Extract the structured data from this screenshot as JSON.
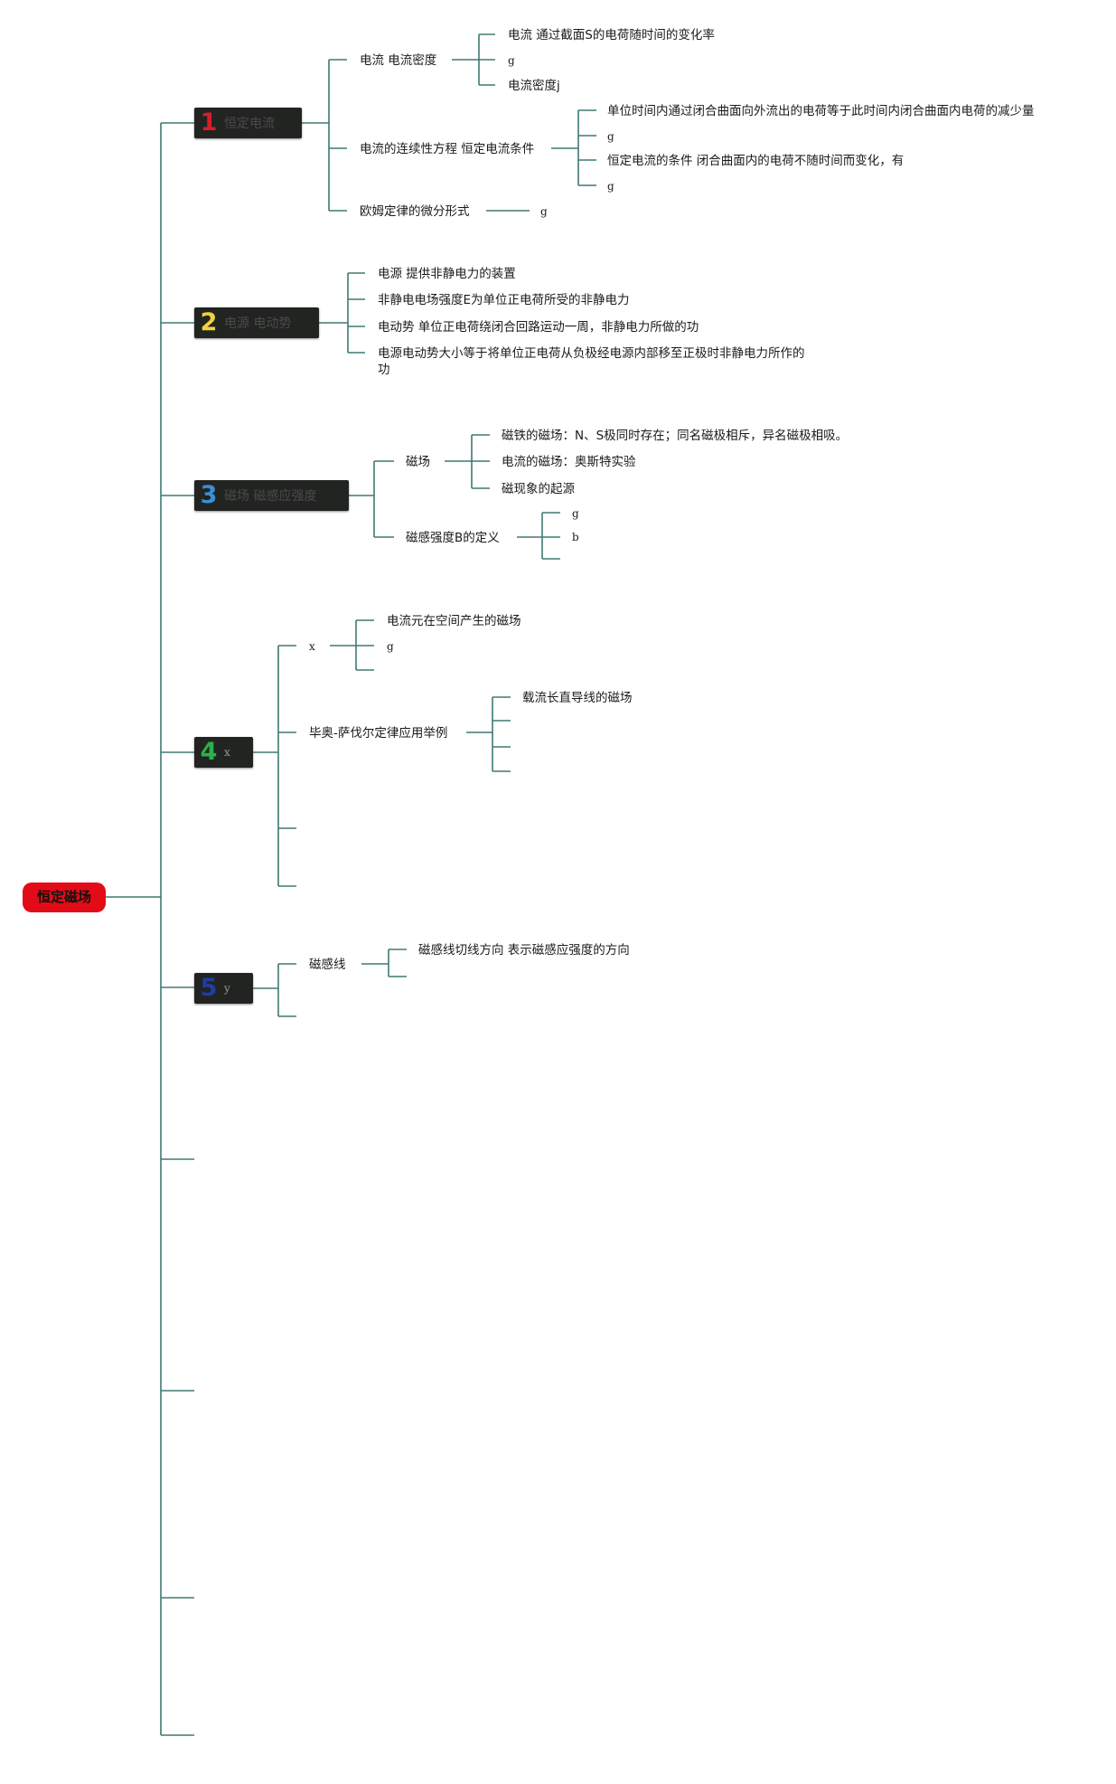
{
  "root": {
    "label": "恒定磁场",
    "color": "#e20b17"
  },
  "topics": [
    {
      "num": "1",
      "num_color": "#d81e2a",
      "label": "恒定电流"
    },
    {
      "num": "2",
      "num_color": "#f2d23c",
      "label": "电源 电动势"
    },
    {
      "num": "3",
      "num_color": "#3a8fd9",
      "label": "磁场 磁感应强度"
    },
    {
      "num": "4",
      "num_color": "#2bb14a",
      "label": "x"
    },
    {
      "num": "5",
      "num_color": "#1f3ea0",
      "label": "y"
    }
  ],
  "t1": {
    "a": "电流 电流密度",
    "a1": "电流 通过截面S的电荷随时间的变化率",
    "a2": "g",
    "a3": "电流密度j",
    "b": "电流的连续性方程 恒定电流条件",
    "b1": "单位时间内通过闭合曲面向外流出的电荷等于此时间内闭合曲面内电荷的减少量",
    "b2": "g",
    "b3": "恒定电流的条件 闭合曲面内的电荷不随时间而变化，有",
    "b4": "g",
    "c": "欧姆定律的微分形式",
    "c1": "g"
  },
  "t2": {
    "a": "电源 提供非静电力的装置",
    "b": "非静电电场强度E为单位正电荷所受的非静电力",
    "c": "电动势 单位正电荷绕闭合回路运动一周，非静电力所做的功",
    "d": "电源电动势大小等于将单位正电荷从负极经电源内部移至正极时非静电力所作的功"
  },
  "t3": {
    "a": "磁场",
    "a1": "磁铁的磁场：N、S极同时存在；同名磁极相斥，异名磁极相吸。",
    "a2": "电流的磁场：奥斯特实验",
    "a3": "磁现象的起源",
    "b": "磁感强度B的定义",
    "b1": "g",
    "b2": "b"
  },
  "t4": {
    "a": "x",
    "a1": "电流元在空间产生的磁场",
    "a2": "g",
    "b": "毕奥-萨伐尔定律应用举例",
    "b1": "载流长直导线的磁场"
  },
  "t5": {
    "a": "磁感线",
    "a1": "磁感线切线方向 表示磁感应强度的方向"
  }
}
